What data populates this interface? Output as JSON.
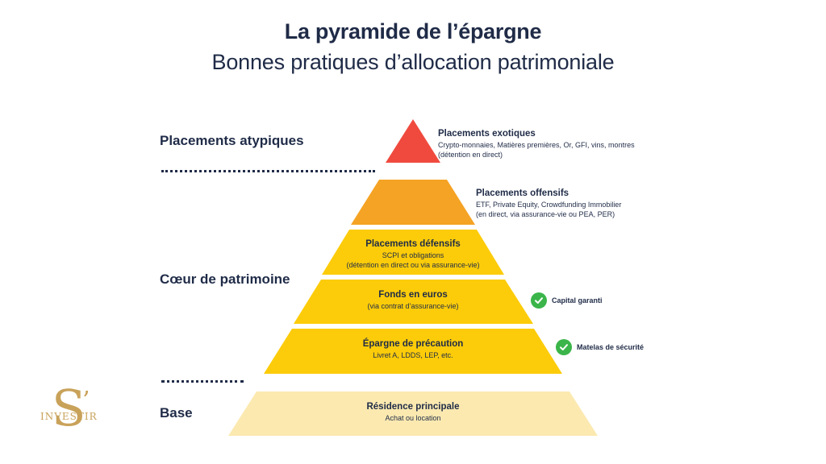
{
  "header": {
    "title": "La pyramide de l’épargne",
    "subtitle": "Bonnes pratiques d’allocation patrimoniale"
  },
  "categories": {
    "atypical": "Placements atypiques",
    "core": "Cœur de patrimoine",
    "base": "Base"
  },
  "levels": {
    "exotic": {
      "title": "Placements exotiques",
      "desc1": "Crypto-monnaies, Matières premières, Or, GFI, vins, montres",
      "desc2": "(détention en direct)"
    },
    "offensive": {
      "title": "Placements offensifs",
      "desc1": "ETF, Private Equity, Crowdfunding Immobilier",
      "desc2": "(en direct, via assurance-vie ou PEA, PER)"
    },
    "defensive": {
      "title": "Placements défensifs",
      "desc1": "SCPI et obligations",
      "desc2": "(détention en direct ou via assurance-vie)"
    },
    "euro_funds": {
      "title": "Fonds en euros",
      "desc1": "(via contrat d’assurance-vie)"
    },
    "savings": {
      "title": "Épargne de précaution",
      "desc1": "Livret A, LDDS, LEP, etc."
    },
    "residence": {
      "title": "Résidence principale",
      "desc1": "Achat ou location"
    }
  },
  "badges": {
    "capital": "Capital garanti",
    "safety": "Matelas de sécurité"
  },
  "colors": {
    "exotic": "#f04a3e",
    "offensive": "#f5a324",
    "core": "#fccc0a",
    "base": "#fbe9b0",
    "check": "#3bb54a",
    "text": "#1f2b47",
    "logo": "#c9a25a"
  },
  "logo": {
    "letter": "S",
    "word": "INVESTIR"
  }
}
